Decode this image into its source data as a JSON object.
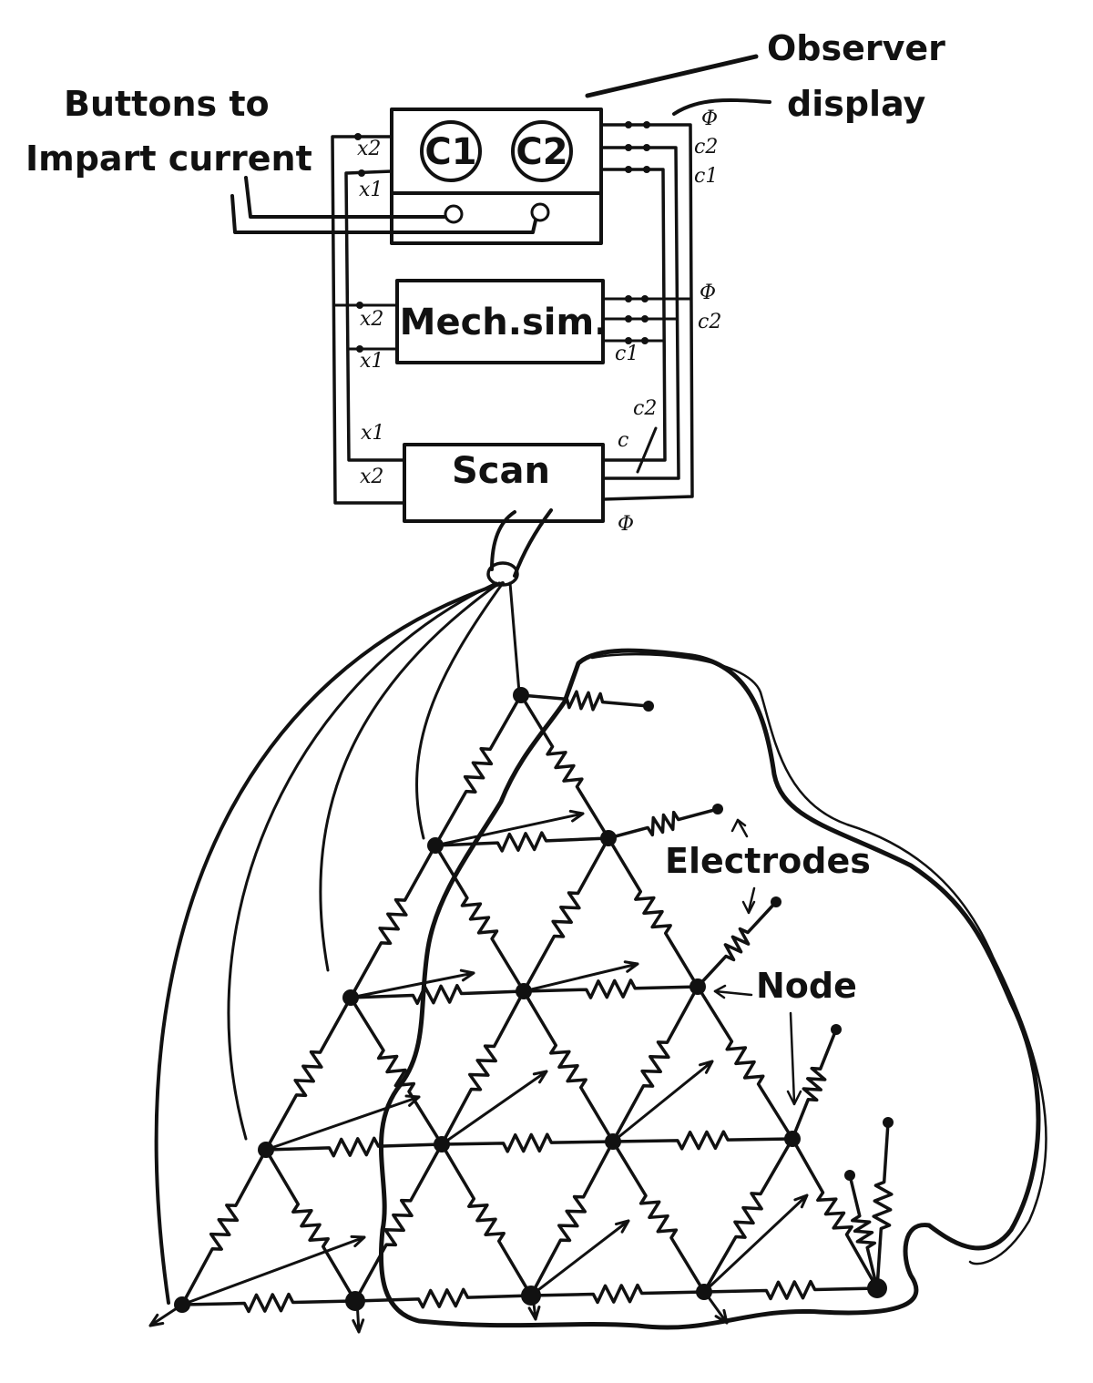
{
  "labels": {
    "buttons_line1": "Buttons to",
    "buttons_line2": "Impart current",
    "observer_line1": "Observer",
    "observer_line2": "display",
    "electrodes": "Electrodes",
    "node": "Node"
  },
  "observer_display": {
    "gauge1": "C1",
    "gauge2": "C2"
  },
  "mech_sim": {
    "title": "Mech.sim."
  },
  "scan": {
    "title": "Scan"
  },
  "signals": {
    "x1": "x1",
    "x2": "x2",
    "c": "c",
    "c1": "c1",
    "c2": "c2",
    "phi": "Φ"
  }
}
